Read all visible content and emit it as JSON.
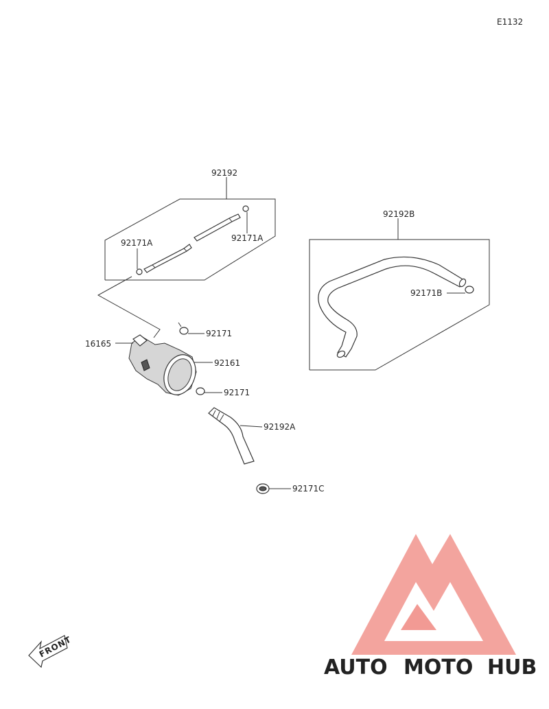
{
  "diagram_code": "E1132",
  "labels": {
    "hose_upper_group": "92192",
    "clamp_upper_left": "92171A",
    "clamp_upper_right": "92171A",
    "hose_right_group": "92192B",
    "clamp_right": "92171B",
    "clamp_top": "92171",
    "valve_assy": "16165",
    "valve_body": "92161",
    "clamp_bottom": "92171",
    "hose_short": "92192A",
    "clamp_c": "92171C"
  },
  "front_arrow_text": "FRONT",
  "watermark": {
    "part1": "AUTO",
    "part2": "MOTO",
    "part3": "HUB",
    "colors": {
      "auto": "#f5c97a",
      "moto": "#f08a84",
      "hub": "#8f8f8f",
      "logo": "#f29a94"
    }
  }
}
